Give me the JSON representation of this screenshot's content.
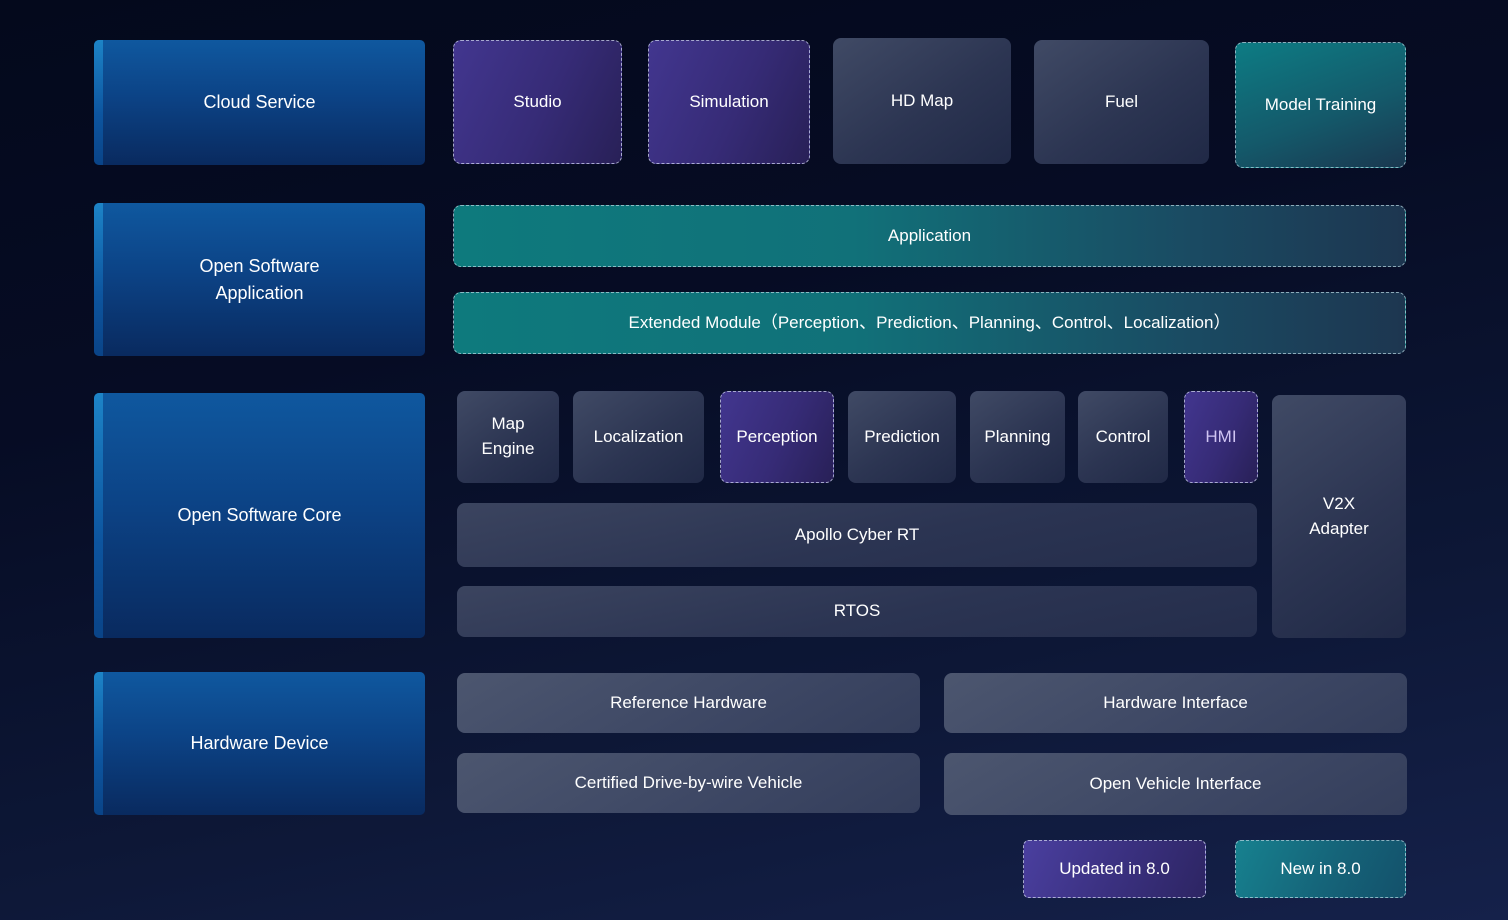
{
  "colors": {
    "background_top": "#04091c",
    "background_bottom": "#15214a",
    "header_blue": "#0c4386",
    "header_stripe_blue": "#1d84c7",
    "updated_purple": "#42368f",
    "new_teal": "#0e7a7d",
    "module_slate": "#2c3552",
    "hmi_text": "#cfc4f2"
  },
  "layers": {
    "cloud": {
      "title": "Cloud Service",
      "items": [
        {
          "label": "Studio",
          "status": "updated"
        },
        {
          "label": "Simulation",
          "status": "updated"
        },
        {
          "label": "HD Map",
          "status": "default"
        },
        {
          "label": "Fuel",
          "status": "default"
        },
        {
          "label": "Model Training",
          "status": "new"
        }
      ]
    },
    "open_software_application": {
      "title": "Open Software Application",
      "application_label": "Application",
      "extended_module_label": "Extended Module（Perception、Prediction、Planning、Control、Localization）"
    },
    "open_software_core": {
      "title": "Open Software Core",
      "modules": [
        {
          "label": "Map Engine",
          "status": "default"
        },
        {
          "label": "Localization",
          "status": "default"
        },
        {
          "label": "Perception",
          "status": "updated"
        },
        {
          "label": "Prediction",
          "status": "default"
        },
        {
          "label": "Planning",
          "status": "default"
        },
        {
          "label": "Control",
          "status": "default"
        },
        {
          "label": "HMI",
          "status": "updated"
        }
      ],
      "cyber_rt_label": "Apollo Cyber RT",
      "rtos_label": "RTOS",
      "v2x_label": "V2X Adapter"
    },
    "hardware": {
      "title": "Hardware Device",
      "items": [
        {
          "label": "Reference Hardware"
        },
        {
          "label": "Hardware Interface"
        },
        {
          "label": "Certified Drive-by-wire Vehicle"
        },
        {
          "label": "Open Vehicle Interface"
        }
      ]
    }
  },
  "legend": {
    "updated_label": "Updated in 8.0",
    "new_label": "New in 8.0"
  }
}
